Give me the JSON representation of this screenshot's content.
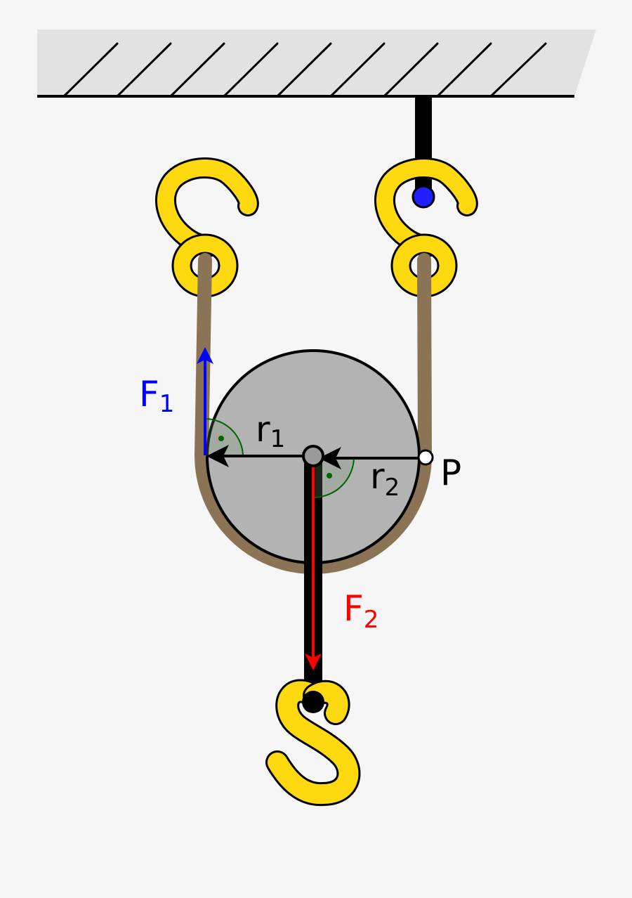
{
  "labels": {
    "f1": {
      "main": "F",
      "sub": "1"
    },
    "f2": {
      "main": "F",
      "sub": "2"
    },
    "r1": {
      "main": "r",
      "sub": "1"
    },
    "r2": {
      "main": "r",
      "sub": "2"
    },
    "p": "P"
  },
  "colors": {
    "background": "#f6f6f6",
    "ceiling_fill": "#e2e2e2",
    "hook": "#ffd90f",
    "rope": "#8b7355",
    "pulley": "#b3b3b3",
    "force_1": "#0000ff",
    "force_2": "#ff0000",
    "angle_mark": "#006400",
    "anchor_point": "#1f1fff",
    "outline": "#000000"
  },
  "icons": [
    "ceiling-hatch",
    "s-hook",
    "pulley-wheel",
    "load-hook"
  ]
}
